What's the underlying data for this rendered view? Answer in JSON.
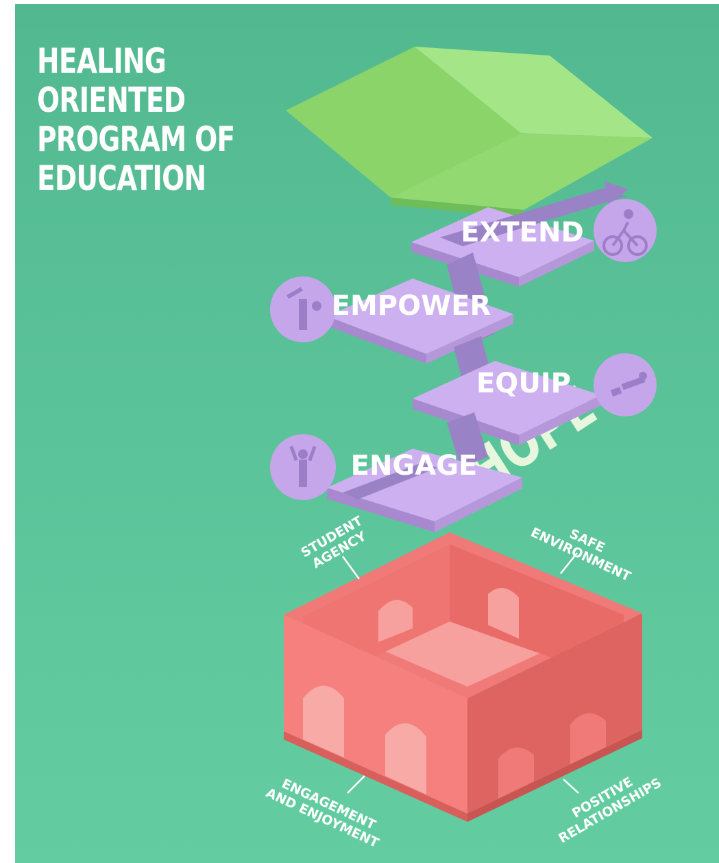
{
  "title": [
    "HEALING",
    "ORIENTED",
    "PROGRAM OF",
    "EDUCATION"
  ],
  "roof": {
    "label": "HOPE"
  },
  "steps": [
    {
      "label": "EXTEND",
      "icon": "cyclist-icon"
    },
    {
      "label": "EMPOWER",
      "icon": "handstand-person-icon"
    },
    {
      "label": "EQUIP",
      "icon": "reading-person-icon"
    },
    {
      "label": "ENGAGE",
      "icon": "arms-raised-person-icon"
    }
  ],
  "foundation": {
    "corners": [
      {
        "text": [
          "STUDENT",
          "AGENCY"
        ]
      },
      {
        "text": [
          "SAFE",
          "ENVIRONMENT"
        ]
      },
      {
        "text": [
          "ENGAGEMENT",
          "AND ENJOYMENT"
        ]
      },
      {
        "text": [
          "POSITIVE",
          "RELATIONSHIPS"
        ]
      }
    ]
  },
  "colors": {
    "background": "#5cc49a",
    "roof": "#9be07a",
    "steps": "#c7a8ec",
    "foundation": "#f28783",
    "text": "#ffffff"
  }
}
